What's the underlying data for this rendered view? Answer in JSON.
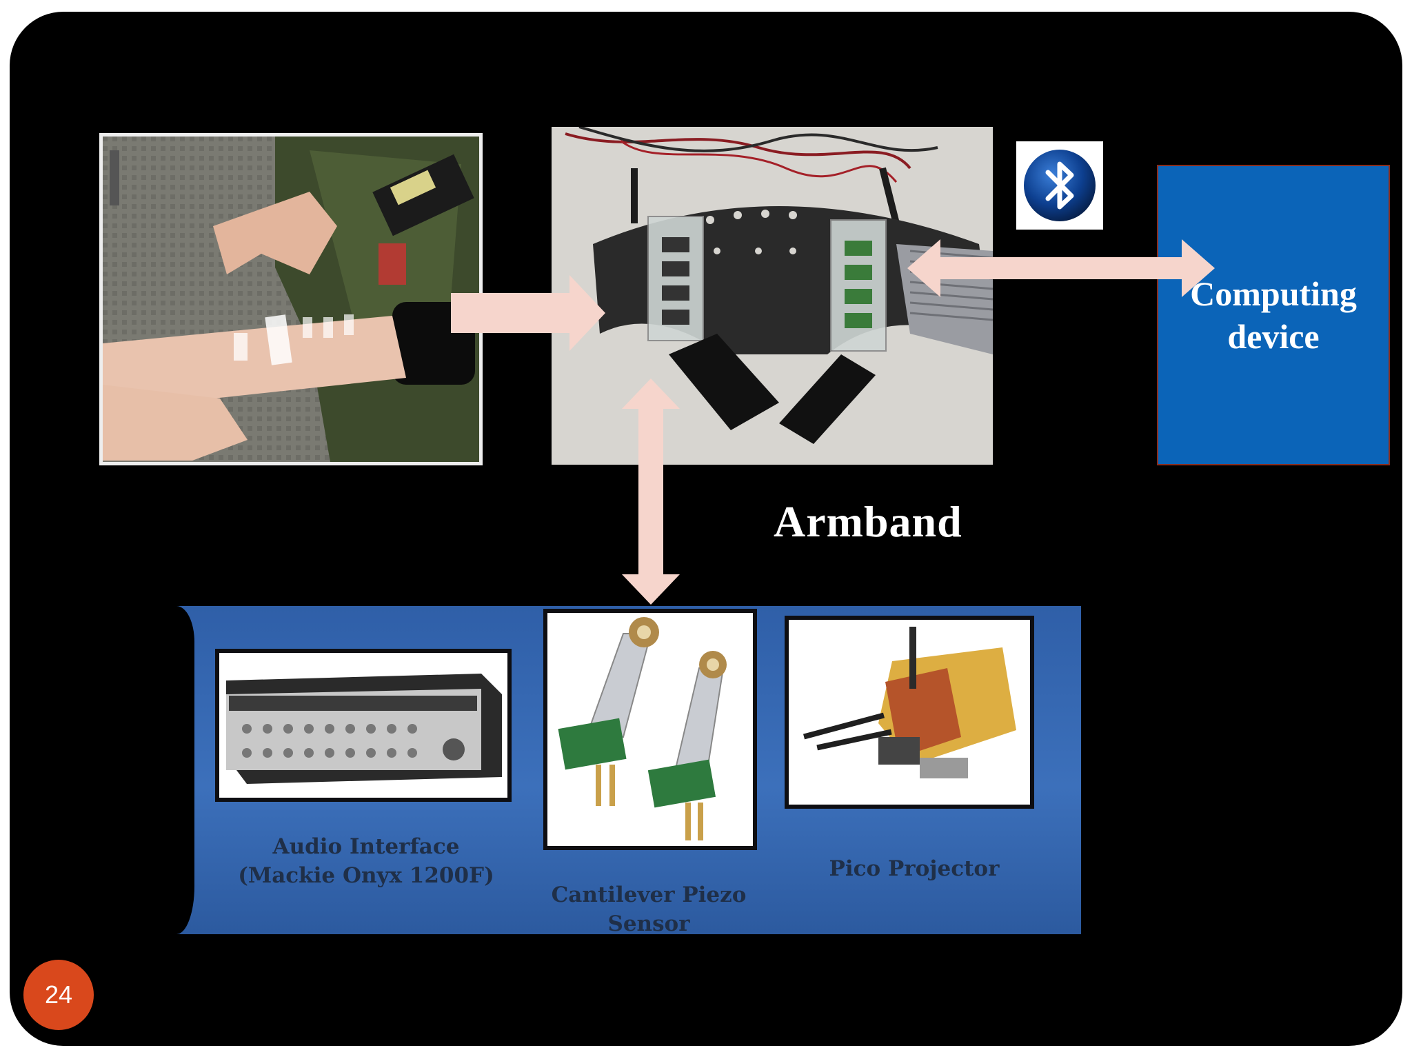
{
  "slide": {
    "page_number": "24"
  },
  "computing_device": {
    "label": "Computing\ndevice"
  },
  "armband": {
    "label": "Armband"
  },
  "bluetooth": {
    "icon": "bluetooth-icon"
  },
  "components": [
    {
      "label": "Audio Interface\n(Mackie Onyx 1200F)"
    },
    {
      "label": "Cantilever Piezo\nSensor"
    },
    {
      "label": "Pico Projector"
    }
  ],
  "colors": {
    "slide_bg": "#000000",
    "arrow": "#f6d5cc",
    "computing_box": "#0b64b8",
    "panel": "#3a6cb6",
    "page_badge": "#d9481c"
  }
}
